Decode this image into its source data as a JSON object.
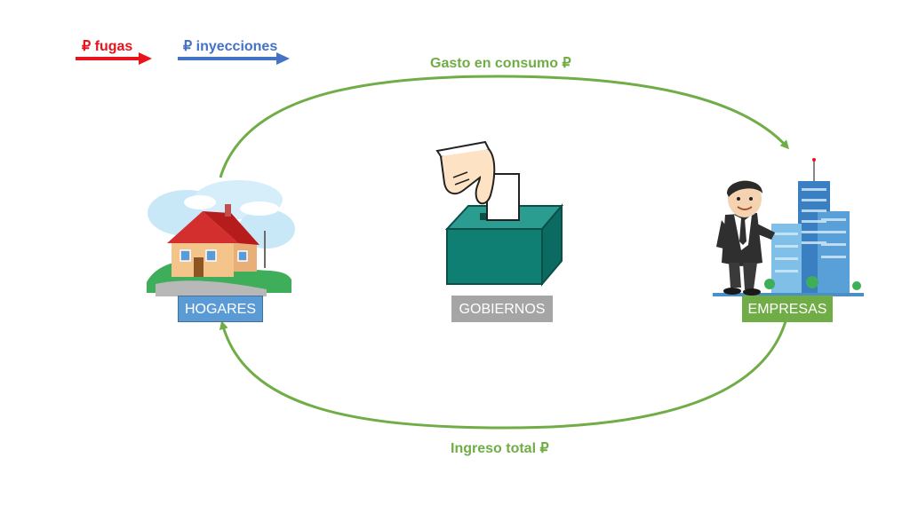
{
  "legend": {
    "leaks_label": "₽ fugas",
    "injections_label": "₽ inyecciones"
  },
  "flows": {
    "consumption_label": "Gasto en consumo ₽",
    "income_label": "Ingreso total ₽"
  },
  "sectors": {
    "households": "HOGARES",
    "government": "GOBIERNOS",
    "firms": "EMPRESAS"
  },
  "colors": {
    "leak": "#e8131b",
    "injection": "#4472c4",
    "flow": "#70ad47",
    "households_box": "#5b9bd5",
    "government_box": "#a5a5a5",
    "firms_box": "#70ad47",
    "ballot_box": "#0f7f74"
  }
}
